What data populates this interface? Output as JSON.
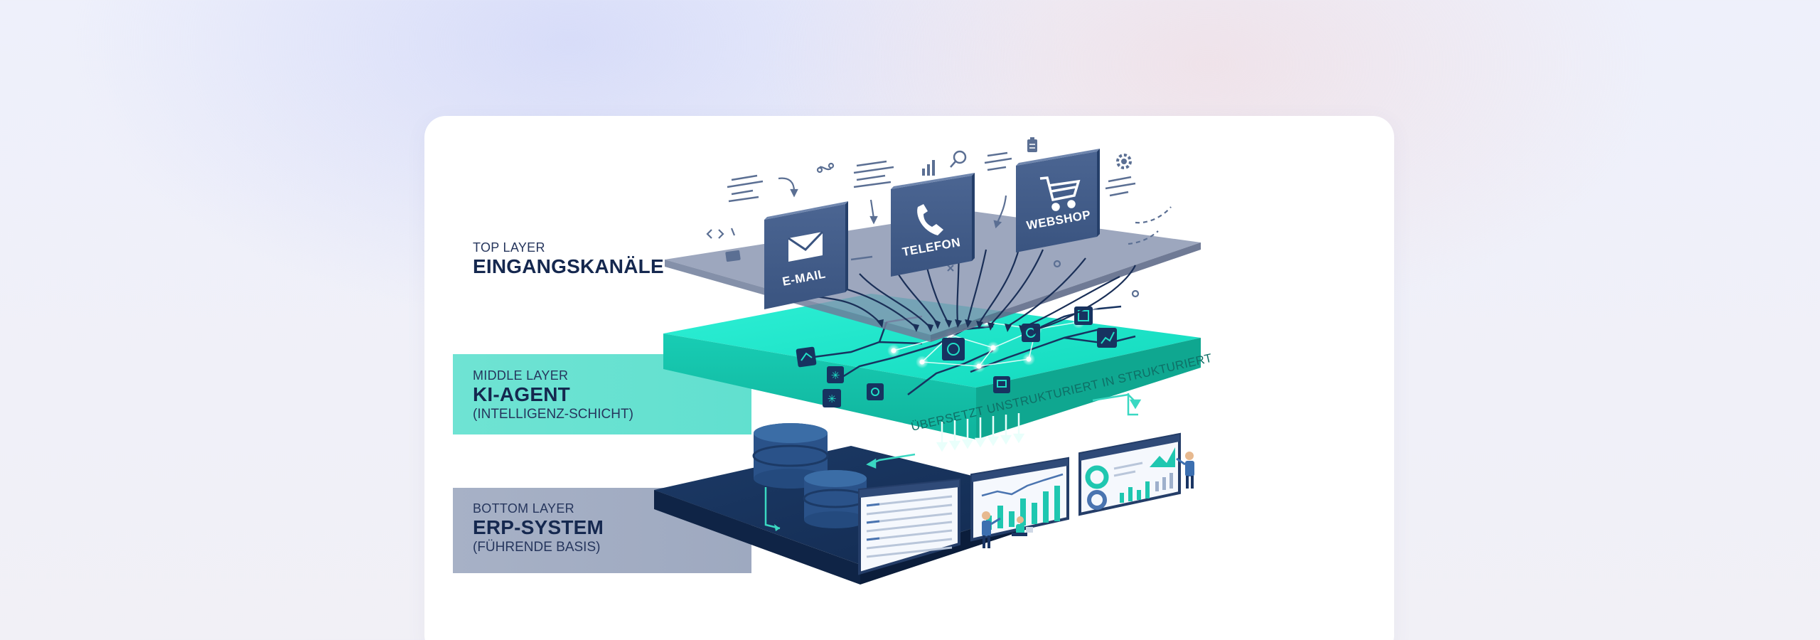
{
  "layers": {
    "top": {
      "kicker": "TOP LAYER",
      "title": "EINGANGSKANÄLE"
    },
    "middle": {
      "kicker": "MIDDLE LAYER",
      "title": "KI-AGENT",
      "subtitle": "(INTELLIGENZ-SCHICHT)"
    },
    "bottom": {
      "kicker": "BOTTOM LAYER",
      "title": "ERP-SYSTEM",
      "subtitle": "(FÜHRENDE BASIS)"
    }
  },
  "channels": {
    "email": "E-MAIL",
    "telefon": "TELEFON",
    "webshop": "WEBSHOP"
  },
  "middle_slab_text": "ÜBERSETZT UNSTRUKTURIERT IN STRUKTURIERT",
  "colors": {
    "navy": "#173360",
    "teal": "#1fe0c6",
    "slate": "#8e9ab4",
    "label_text": "#15284f"
  }
}
